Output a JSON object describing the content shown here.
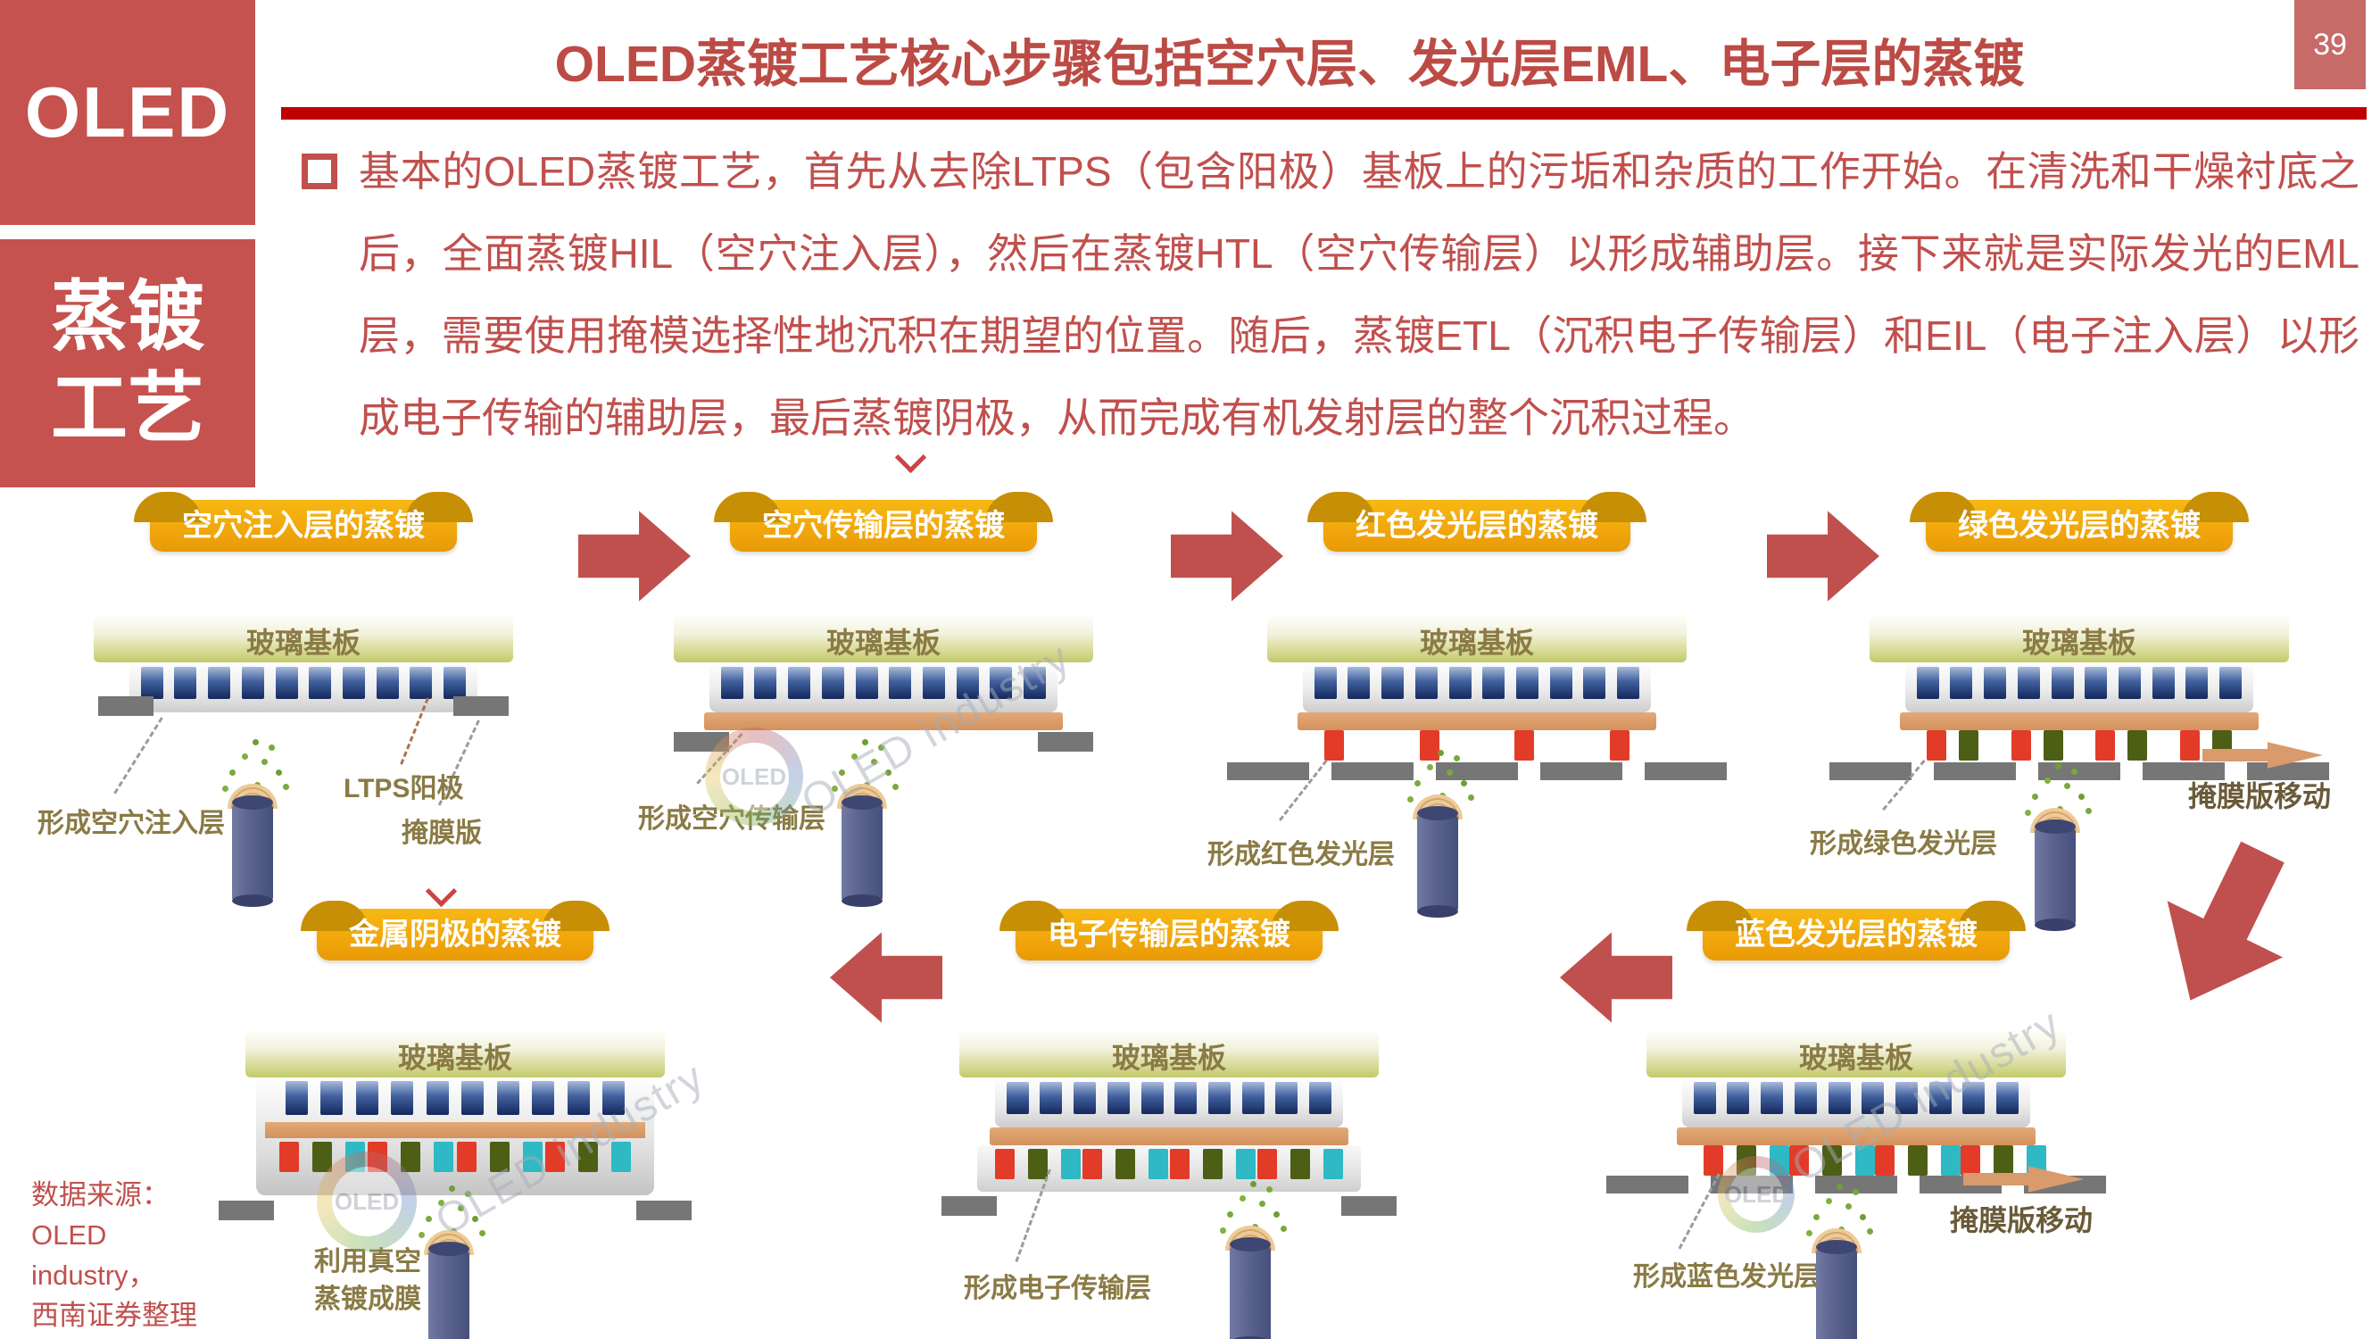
{
  "slide": {
    "page_number": "39",
    "sidebar": {
      "logo": "OLED",
      "subtitle_line1": "蒸镀",
      "subtitle_line2": "工艺"
    },
    "title": "OLED蒸镀工艺核心步骤包括空穴层、发光层EML、电子层的蒸镀",
    "body_paragraph": "基本的OLED蒸镀工艺，首先从去除LTPS（包含阳极）基板上的污垢和杂质的工作开始。在清洗和干燥衬底之后，全面蒸镀HIL（空穴注入层），然后在蒸镀HTL（空穴传输层）以形成辅助层。接下来就是实际发光的EML层，需要使用掩模选择性地沉积在期望的位置。随后，蒸镀ETL（沉积电子传输层）和EIL（电子注入层）以形成电子传输的辅助层，最后蒸镀阴极，从而完成有机发射层的整个沉积过程。",
    "source": {
      "line1": "数据来源：",
      "line2": "OLED",
      "line3": "industry，",
      "line4": "西南证券整理"
    }
  },
  "labels": {
    "glass": "玻璃基板",
    "mask_move": "掩膜版移动"
  },
  "watermark": {
    "text": "OLED industry",
    "logo": "OLED"
  },
  "steps": [
    {
      "banner": "空穴注入层的蒸镀",
      "caption": "形成空穴注入层",
      "label_anode": "LTPS阳极",
      "label_mask": "掩膜版"
    },
    {
      "banner": "空穴传输层的蒸镀",
      "caption": "形成空穴传输层"
    },
    {
      "banner": "红色发光层的蒸镀",
      "caption": "形成红色发光层"
    },
    {
      "banner": "绿色发光层的蒸镀",
      "caption": "形成绿色发光层"
    },
    {
      "banner": "蓝色发光层的蒸镀",
      "caption": "形成蓝色发光层"
    },
    {
      "banner": "电子传输层的蒸镀",
      "caption": "形成电子传输层"
    },
    {
      "banner": "金属阴极的蒸镀",
      "caption_line1": "利用真空",
      "caption_line2": "蒸镀成膜"
    }
  ],
  "colors": {
    "accent_red": "#C0504D",
    "title_red": "#BC4B45",
    "rule_red": "#C00000",
    "banner_gold": "#F2A60C",
    "glass_green": "#C2C96B",
    "anode_blue": "#14285C",
    "htl_orange": "#D99A6C",
    "eml_red": "#E23C28",
    "eml_green": "#4D5F14",
    "eml_cyan": "#2EB9C4",
    "mask_gray": "#767676",
    "label_brown": "#8A7A45"
  }
}
